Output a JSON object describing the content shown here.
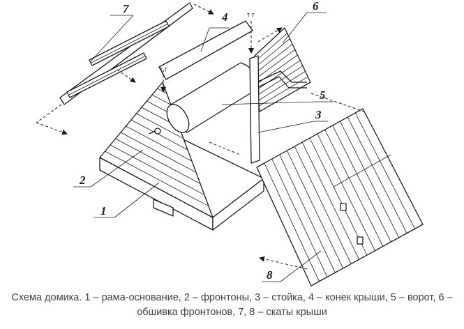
{
  "labels": {
    "n1": "1",
    "n2": "2",
    "n3": "3",
    "n4": "4",
    "n5": "5",
    "n6": "6",
    "n7": "7",
    "n8": "8"
  },
  "marks": {
    "arrow_mark": "т т"
  },
  "caption": "Схема домика. 1 – рама-основание, 2 – фронтоны, 3 – стойка, 4 – конек крыши, 5 – ворот, 6 – обшивка фронтонов, 7, 8 – скаты крыши"
}
